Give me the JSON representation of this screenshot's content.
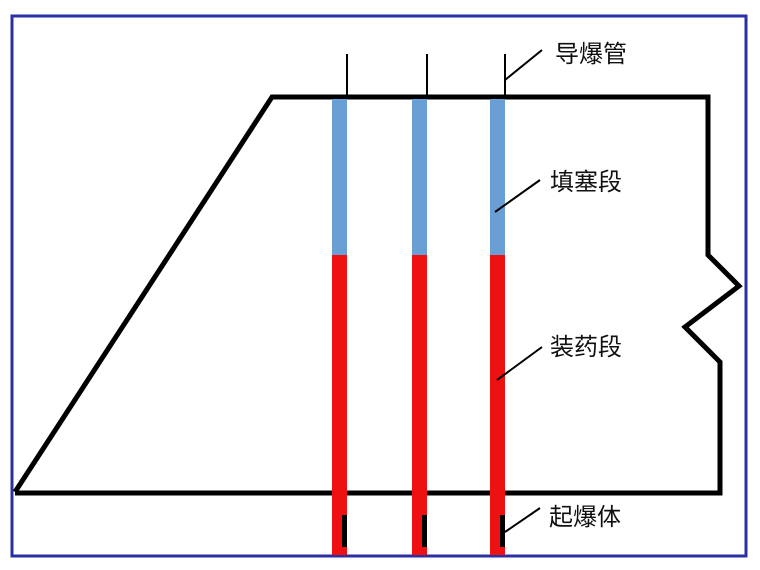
{
  "labels": {
    "detonating_tube": "导爆管",
    "stemming_section": "填塞段",
    "charge_section": "装药段",
    "primer": "起爆体"
  },
  "colors": {
    "frame": "#2b2fa3",
    "outline": "#000000",
    "stemming": "#6a9fd6",
    "charge": "#ee1111",
    "primer": "#000000"
  },
  "boreholes": [
    {
      "id": 1
    },
    {
      "id": 2
    },
    {
      "id": 3
    }
  ]
}
